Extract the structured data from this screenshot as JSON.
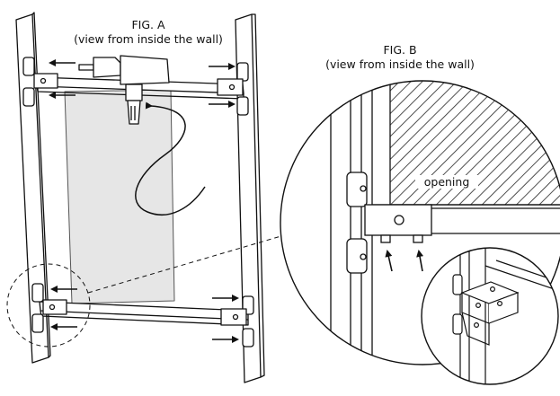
{
  "figure_a": {
    "title": "FIG. A",
    "subtitle": "(view from inside the wall)"
  },
  "figure_b": {
    "title": "FIG. B",
    "subtitle": "(view from inside the wall)",
    "opening_label": "opening"
  },
  "colors": {
    "line": "#111111",
    "panel_fill": "#e6e6e6",
    "hatch": "#222222",
    "background": "#ffffff"
  }
}
